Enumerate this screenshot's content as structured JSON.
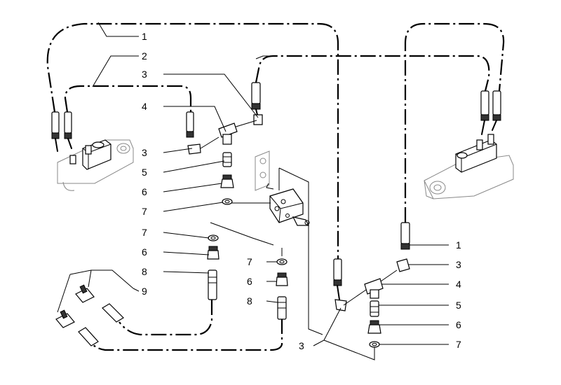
{
  "callouts": {
    "left": {
      "c1": "1",
      "c2": "2",
      "c3a": "3",
      "c4": "4",
      "c3b": "3",
      "c5": "5",
      "c6a": "6",
      "c7a": "7",
      "c7b": "7",
      "c6b": "6",
      "c8": "8",
      "c9": "9"
    },
    "center": {
      "c7": "7",
      "c6": "6",
      "c8": "8",
      "c3": "3"
    },
    "right": {
      "c1": "1",
      "c3": "3",
      "c4": "4",
      "c5": "5",
      "c6": "6",
      "c7": "7"
    }
  }
}
